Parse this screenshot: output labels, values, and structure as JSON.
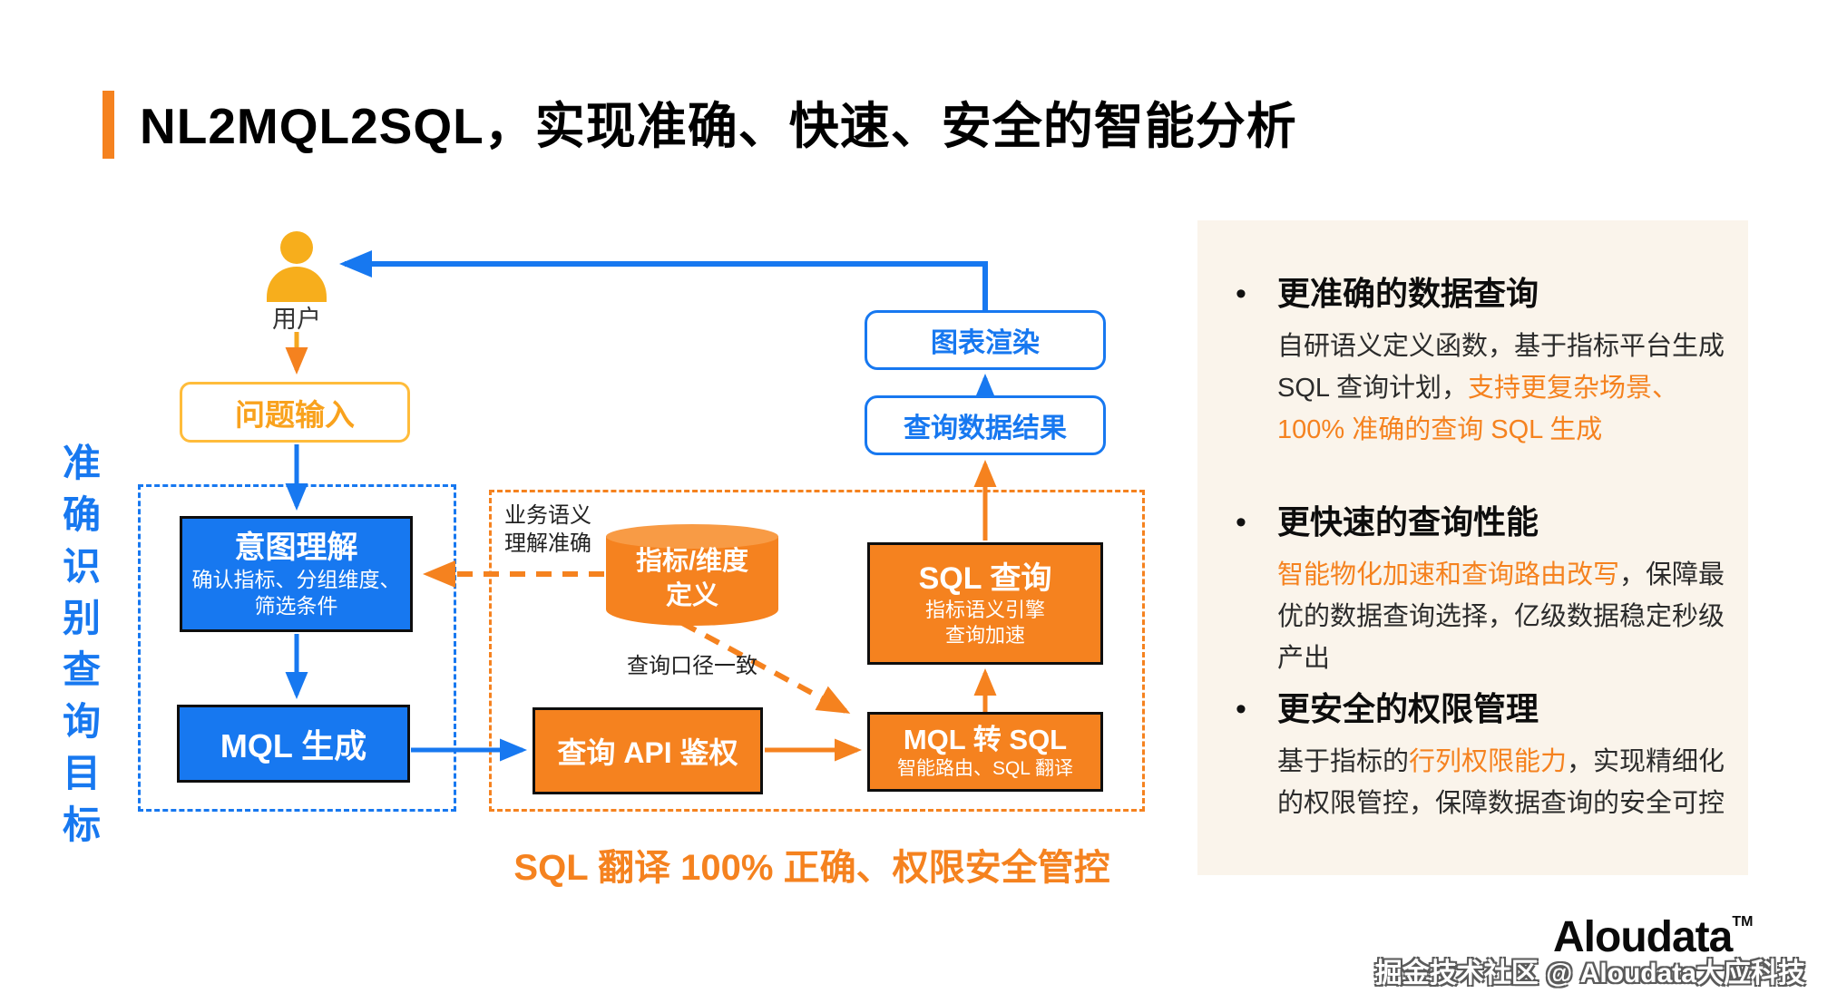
{
  "title": "NL2MQL2SQL，实现准确、快速、安全的智能分析",
  "side_label": "准\n确\n识\n别\n查\n询\n目\n标",
  "flow": {
    "user_label": "用户",
    "question_input": "问题输入",
    "intent_title": "意图理解",
    "intent_subtitle": "确认指标、分组维度、\n筛选条件",
    "mql_generation": "MQL 生成",
    "semantic_note": "业务语义\n理解准确",
    "cylinder_label": "指标/维度\n定义",
    "caliber_note": "查询口径一致",
    "api_auth": "查询 API 鉴权",
    "mql_to_sql_title": "MQL 转 SQL",
    "mql_to_sql_subtitle": "智能路由、SQL 翻译",
    "sql_query_title": "SQL 查询",
    "sql_query_subtitle": "指标语义引擎\n查询加速",
    "query_result": "查询数据结果",
    "chart_render": "图表渲染",
    "caption": "SQL 翻译 100% 正确、权限安全管控"
  },
  "benefits": {
    "bullet_glyph": "•",
    "items": [
      {
        "heading": "更准确的数据查询",
        "segments": [
          {
            "text": "自研语义定义函数，基于指标平台生成 SQL 查询计划，",
            "color": "dark"
          },
          {
            "text": "支持更复杂场景、100% 准确的查询 SQL 生成",
            "color": "orange"
          }
        ]
      },
      {
        "heading": "更快速的查询性能",
        "segments": [
          {
            "text": "智能物化加速和查询路由改写",
            "color": "orange"
          },
          {
            "text": "，保障最优的数据查询选择，亿级数据稳定秒级产出",
            "color": "dark"
          }
        ]
      },
      {
        "heading": "更安全的权限管理",
        "segments": [
          {
            "text": "基于指标的",
            "color": "dark"
          },
          {
            "text": "行列权限能力",
            "color": "orange"
          },
          {
            "text": "，实现精细化的权限管控，保障数据查询的安全可控",
            "color": "dark"
          }
        ]
      }
    ]
  },
  "footer": {
    "logo": "Aloudata",
    "trademark": "TM",
    "watermark": "掘金技术社区 @ Aloudata大应科技"
  },
  "colors": {
    "blue": "#1778F0",
    "orange": "#F5821F",
    "amber_border": "#FFBC3B",
    "amber_text": "#F9A21D",
    "panel_bg": "#FAF4EB",
    "dark_text": "#2B2B2B"
  }
}
